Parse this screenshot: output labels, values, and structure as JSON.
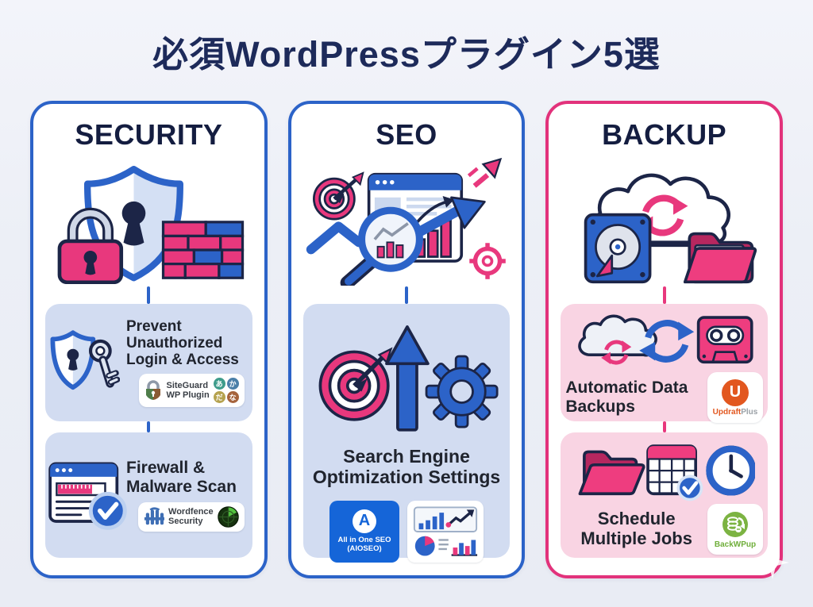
{
  "page": {
    "title": "必須WordPressプラグイン5選"
  },
  "colors": {
    "blue_accent": "#2c63c8",
    "pink_accent": "#e8387d",
    "navy_outline": "#1c2547",
    "card_border_blue": "#2c63c8",
    "card_border_pink": "#e2327b",
    "subbox_blue": "#d2dcf1",
    "subbox_pink": "#f9d4e3",
    "title_navy": "#1d2a5a"
  },
  "columns": [
    {
      "heading": "SECURITY",
      "items": [
        {
          "label": "Prevent Unauthorized Login & Access",
          "plugin": {
            "line1": "SiteGuard",
            "line2": "WP Plugin",
            "kana": [
              "あ",
              "か",
              "だ",
              "な"
            ]
          }
        },
        {
          "label": "Firewall & Malware Scan",
          "plugin": {
            "line1": "Wordfence",
            "line2": "Security"
          }
        }
      ]
    },
    {
      "heading": "SEO",
      "items": [
        {
          "label": "Search Engine Optimization Settings",
          "plugin": {
            "letter": "A",
            "line1": "All in One SEO",
            "line2": "(AIOSEO)"
          }
        }
      ]
    },
    {
      "heading": "BACKUP",
      "items": [
        {
          "label": "Automatic Data Backups",
          "plugin": {
            "part1": "Updraft",
            "part2": "Plus"
          }
        },
        {
          "label": "Schedule Multiple Jobs",
          "plugin": {
            "name": "BackWPup"
          }
        }
      ]
    }
  ]
}
